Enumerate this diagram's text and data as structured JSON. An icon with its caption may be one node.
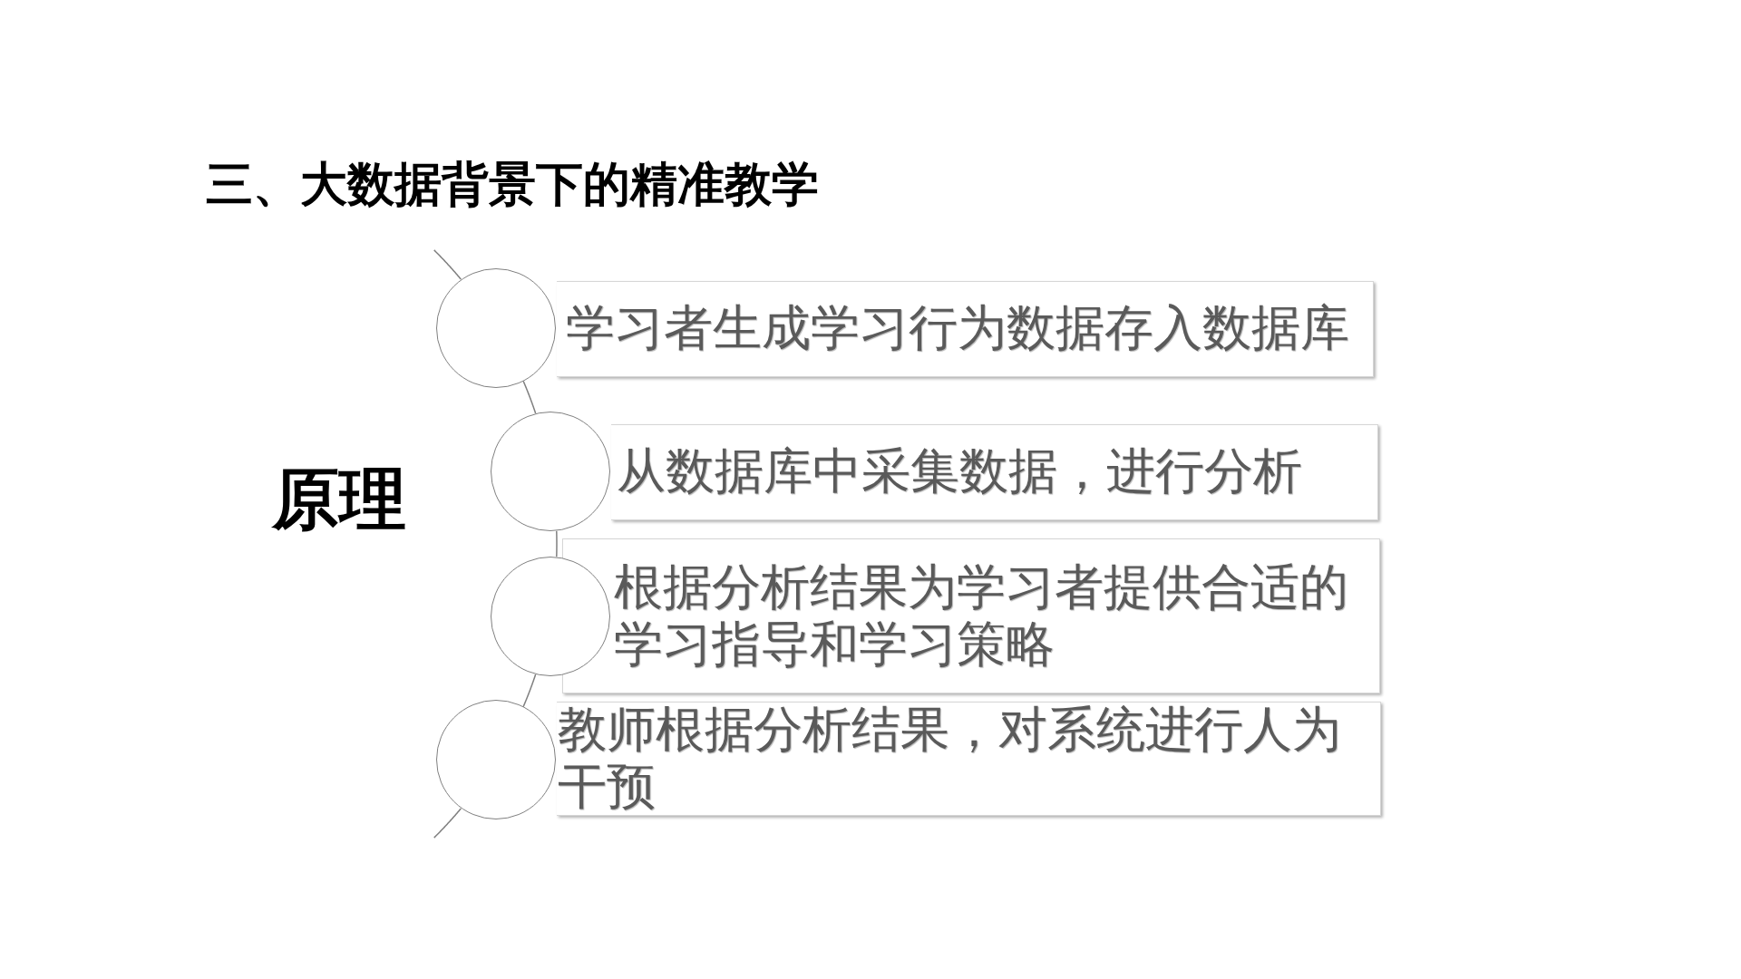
{
  "diagram": {
    "title": "三、大数据背景下的精准教学",
    "nodes": [
      {
        "text": [],
        "shape": "circle"
      },
      {
        "text": [
          "学习者生成学习行为数据存入数据库"
        ]
      },
      {
        "text": [],
        "shape": "circle"
      },
      {
        "text": [
          "从数据库中采集数据，进行分析"
        ]
      },
      {
        "text": [],
        "shape": "circle"
      },
      {
        "text": [
          "根据分析结果为学习者提供合适的学习指导和学习策略"
        ]
      },
      {
        "text": [],
        "shape": "circle"
      },
      {
        "text": [
          "教师根据分析结果，对系统进行人为干预"
        ]
      }
    ],
    "edges": [
      {
        "from": null,
        "to": 0,
        "arrow": "none"
      },
      {
        "from": 0,
        "to": 2,
        "arrow": "none"
      },
      {
        "from": 2,
        "to": 4,
        "arrow": "none"
      },
      {
        "from": 4,
        "to": 6,
        "arrow": "none"
      },
      {
        "from": 6,
        "to": null,
        "arrow": "none"
      }
    ],
    "labels": [
      "原理"
    ]
  }
}
